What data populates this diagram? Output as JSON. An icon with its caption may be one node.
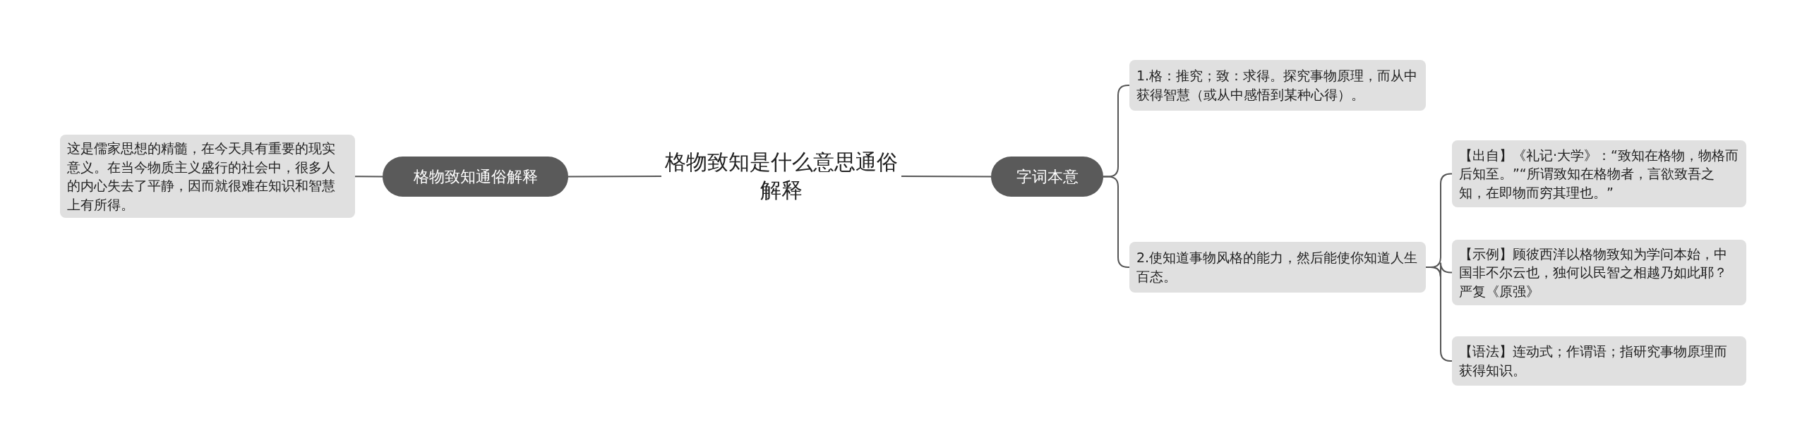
{
  "diagram": {
    "nodes": [
      {
        "text": [
          "格物致知是什么意思通俗解释"
        ]
      },
      {
        "text": [
          "格物致知通俗解释"
        ]
      },
      {
        "text": [
          "这是儒家思想的精髓，在今天具有重要的现实意义。在当今物质主义盛行的社会中，很多人的内心失去了平静，因而就很难在知识和智慧上有所得。"
        ]
      },
      {
        "text": [
          "字词本意"
        ]
      },
      {
        "text": [
          "1.格：推究；致：求得。探究事物原理，而从中获得智慧（或从中感悟到某种心得）。"
        ]
      },
      {
        "text": [
          "2.使知道事物风格的能力，然后能使你知道人生百态。"
        ]
      },
      {
        "text": [
          "【出自】《礼记·大学》：“致知在格物，物格而后知至。”“所谓致知在格物者，言欲致吾之知，在即物而穷其理也。”"
        ]
      },
      {
        "text": [
          "【示例】顾彼西洋以格物致知为学问本始，中国非不尔云也，独何以民智之相越乃如此耶？严复《原强》"
        ]
      },
      {
        "text": [
          "【语法】连动式；作谓语；指研究事物原理而获得知识。"
        ]
      }
    ],
    "edges": [
      {
        "from": 0,
        "to": 1,
        "arrow": "none"
      },
      {
        "from": 1,
        "to": 2,
        "arrow": "none"
      },
      {
        "from": 0,
        "to": 3,
        "arrow": "none"
      },
      {
        "from": 3,
        "to": 4,
        "arrow": "none"
      },
      {
        "from": 3,
        "to": 5,
        "arrow": "none"
      },
      {
        "from": 5,
        "to": 6,
        "arrow": "none"
      },
      {
        "from": 5,
        "to": 7,
        "arrow": "none"
      },
      {
        "from": 5,
        "to": 8,
        "arrow": "none"
      }
    ]
  }
}
